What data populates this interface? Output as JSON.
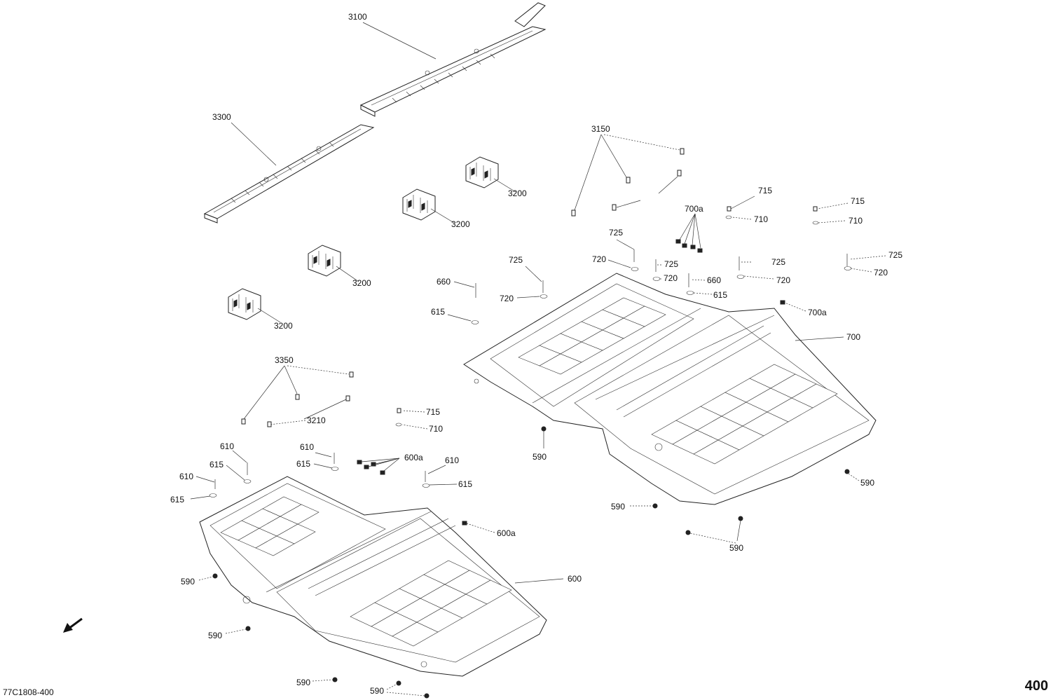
{
  "diagram_code": "77C1808-400",
  "page_number": "400",
  "labels": {
    "l3100": "3100",
    "l3300": "3300",
    "l3150": "3150",
    "l3200a": "3200",
    "l3200b": "3200",
    "l3200c": "3200",
    "l3200d": "3200",
    "l3350": "3350",
    "l3210": "3210",
    "l715a": "715",
    "l715b": "715",
    "l715c": "715",
    "l710a": "710",
    "l710b": "710",
    "l710c": "710",
    "l700a_a": "700a",
    "l700a_b": "700a",
    "l700": "700",
    "l725a": "725",
    "l725b": "725",
    "l725c": "725",
    "l725d": "725",
    "l725e": "725",
    "l720a": "720",
    "l720b": "720",
    "l720c": "720",
    "l720d": "720",
    "l720e": "720",
    "l660a": "660",
    "l660b": "660",
    "l615a": "615",
    "l615b": "615",
    "l615c": "615",
    "l615d": "615",
    "l615e": "615",
    "l615f": "615",
    "l610a": "610",
    "l610b": "610",
    "l610c": "610",
    "l610d": "610",
    "l600a_a": "600a",
    "l600a_b": "600a",
    "l600": "600",
    "l590a": "590",
    "l590b": "590",
    "l590c": "590",
    "l590d": "590",
    "l590e": "590",
    "l590f": "590",
    "l590g": "590",
    "l590h": "590"
  },
  "icons": {
    "front_direction": "arrow-down-left-icon"
  }
}
